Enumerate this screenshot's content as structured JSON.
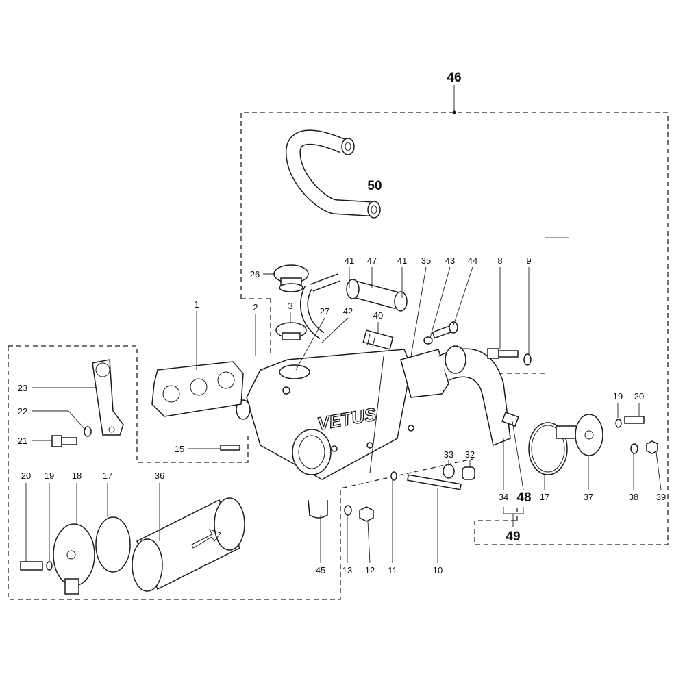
{
  "diagram": {
    "brand_logo": "VETUS",
    "callouts": {
      "c46": "46",
      "c50": "50",
      "c49": "49",
      "c48": "48",
      "c26": "26",
      "c41a": "41",
      "c47": "47",
      "c41b": "41",
      "c35": "35",
      "c43": "43",
      "c44": "44",
      "c8": "8",
      "c9": "9",
      "c2": "2",
      "c3": "3",
      "c27": "27",
      "c42": "42",
      "c40": "40",
      "c1": "1",
      "c23": "23",
      "c22": "22",
      "c21": "21",
      "c15": "15",
      "c19r": "19",
      "c20r": "20",
      "c33": "33",
      "c32": "32",
      "c34": "34",
      "c17r": "17",
      "c37": "37",
      "c38": "38",
      "c39": "39",
      "c20l": "20",
      "c19l": "19",
      "c18": "18",
      "c17l": "17",
      "c36": "36",
      "c45": "45",
      "c13": "13",
      "c12": "12",
      "c11": "11",
      "c10": "10"
    }
  }
}
